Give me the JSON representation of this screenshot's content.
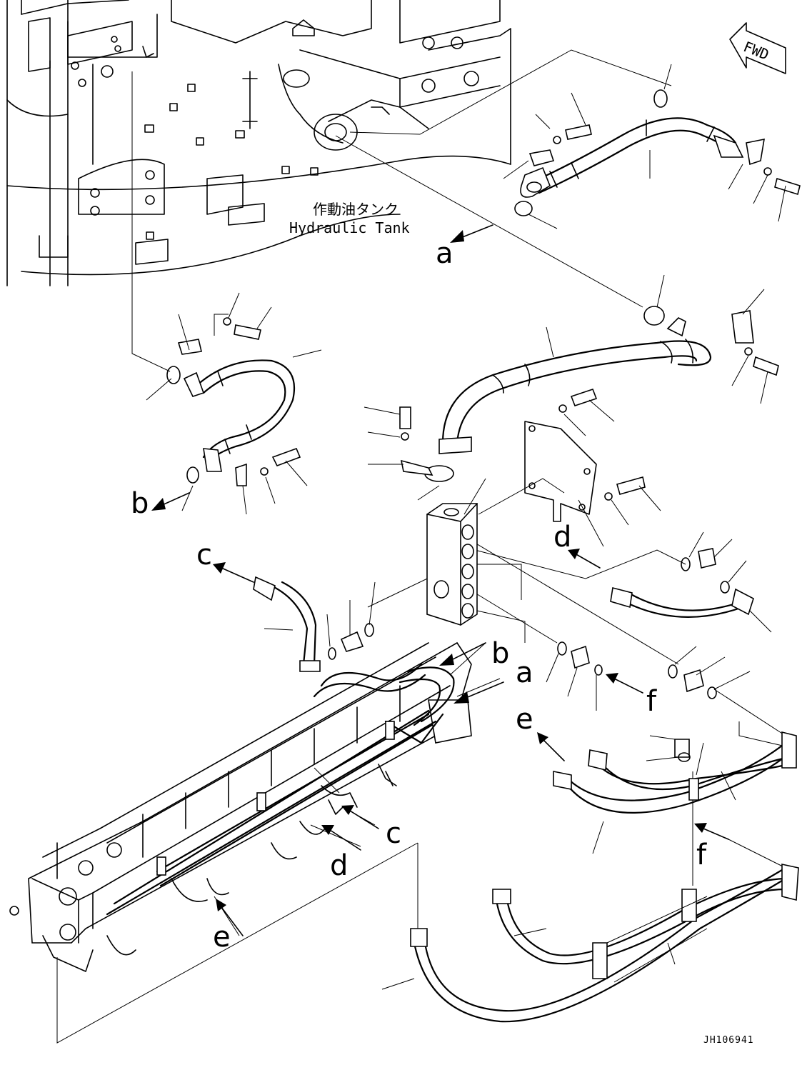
{
  "tank_label_jp": "作動油タンク",
  "tank_label_en": "Hydraulic Tank",
  "fwd_label": "FWD",
  "drawing_code": "JH106941",
  "callouts": {
    "a_tank": "a",
    "b_left": "b",
    "c_left": "c",
    "d_right": "d",
    "b_valve": "b",
    "a_valve": "a",
    "f_mid": "f",
    "e_mid": "e",
    "c_valve": "c",
    "d_valve": "d",
    "f_lower": "f",
    "e_valve": "e"
  }
}
